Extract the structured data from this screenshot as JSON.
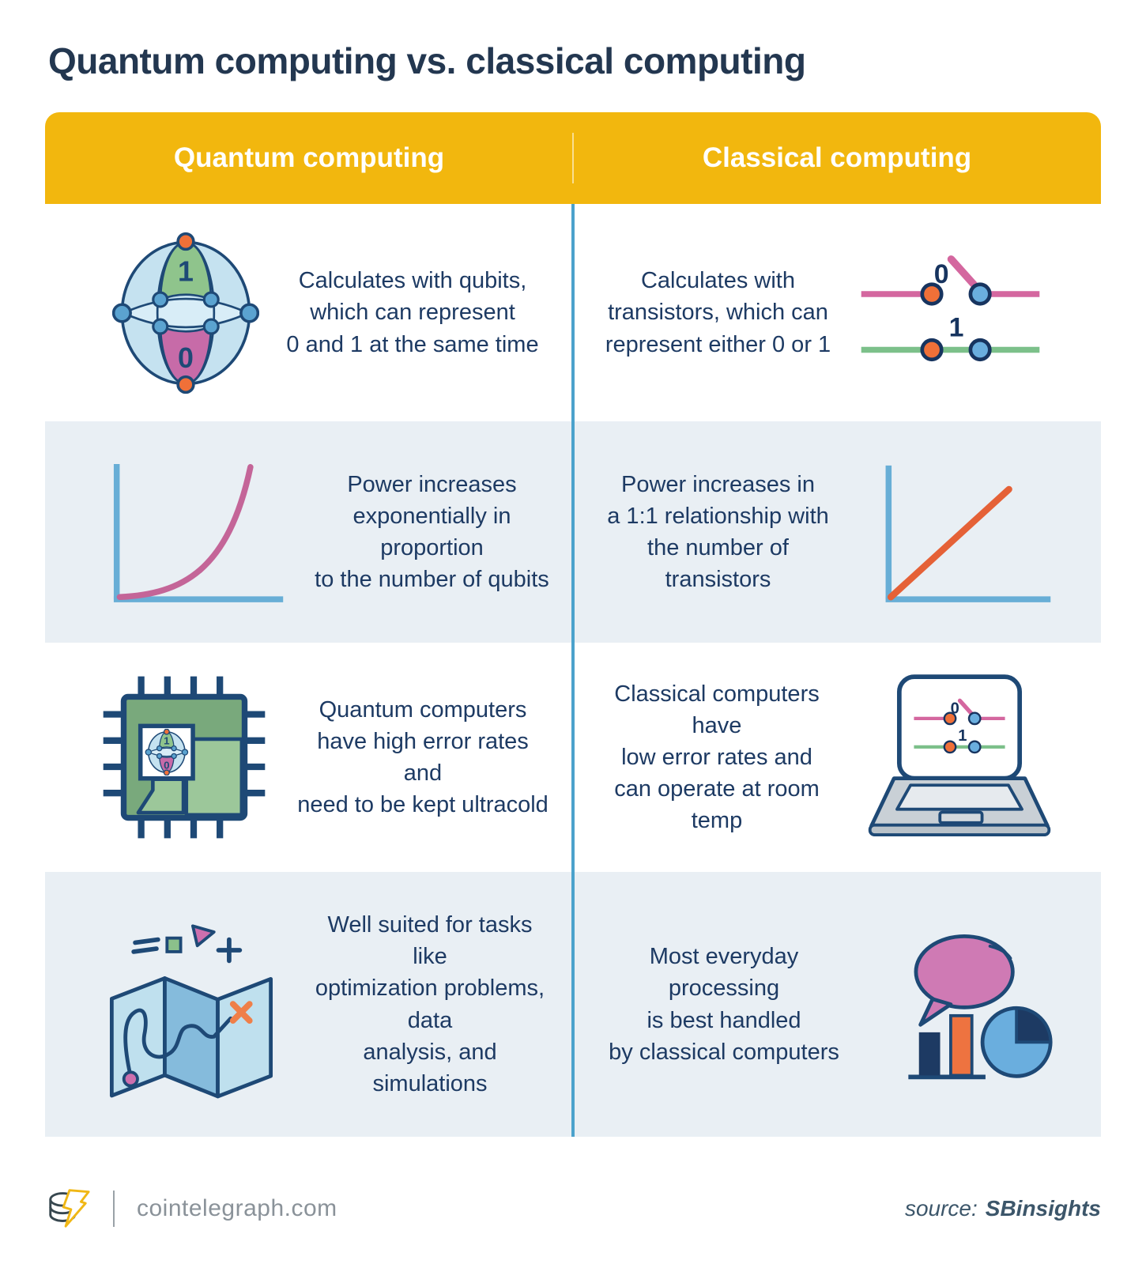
{
  "title": "Quantum computing vs. classical computing",
  "header": {
    "left": "Quantum computing",
    "right": "Classical computing"
  },
  "rows": [
    {
      "left": {
        "icon": "qubit-sphere-icon",
        "text": "Calculates with qubits,\nwhich can represent\n0 and 1 at the same time"
      },
      "right": {
        "icon": "transistor-switches-icon",
        "text": "Calculates with\ntransistors, which can\nrepresent either 0 or 1"
      }
    },
    {
      "left": {
        "icon": "exponential-curve-chart-icon",
        "text": "Power increases\nexponentially in proportion\nto the number of qubits"
      },
      "right": {
        "icon": "linear-line-chart-icon",
        "text": "Power increases in\na 1:1 relationship with\nthe number of transistors"
      }
    },
    {
      "left": {
        "icon": "quantum-chip-icon",
        "text": "Quantum computers\nhave high error rates and\nneed to be kept ultracold"
      },
      "right": {
        "icon": "laptop-icon",
        "text": "Classical computers have\nlow error rates and\ncan operate at room temp"
      }
    },
    {
      "left": {
        "icon": "folded-map-icon",
        "text": "Well suited for tasks like\noptimization problems, data\nanalysis, and simulations"
      },
      "right": {
        "icon": "charts-speech-bubble-icon",
        "text": "Most everyday processing\nis best handled\nby classical computers"
      }
    }
  ],
  "glyphs": {
    "qubit_top": "1",
    "qubit_bottom": "0",
    "switch_open": "0",
    "switch_closed": "1"
  },
  "footer": {
    "brand": "cointelegraph.com",
    "source_label": "source:",
    "source_value": "SBinsights"
  },
  "colors": {
    "accent_yellow": "#f2b70e",
    "text_navy": "#1d3a63",
    "outline_navy": "#1e4976",
    "divider_blue": "#4ba2cc",
    "row_alt_bg": "#e9eff4",
    "orange": "#ee7340",
    "pink": "#cd6fae",
    "green": "#8bc28b",
    "light_blue": "#bfe0ee",
    "node_blue": "#5ba3d0"
  }
}
